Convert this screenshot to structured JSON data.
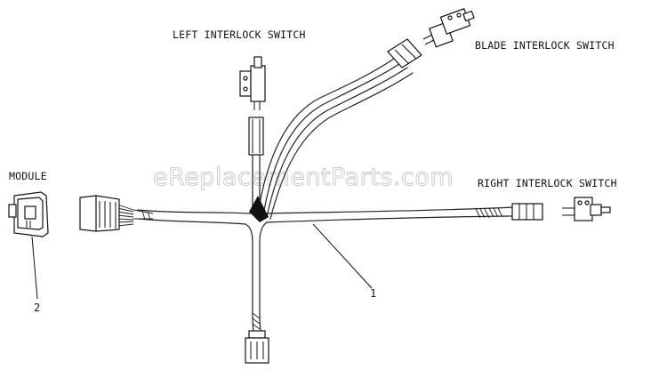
{
  "labels": {
    "left_switch": "LEFT INTERLOCK SWITCH",
    "blade_switch": "BLADE INTERLOCK SWITCH",
    "right_switch": "RIGHT INTERLOCK SWITCH",
    "module": "MODULE"
  },
  "callouts": {
    "harness": "1",
    "module": "2"
  },
  "watermark": "eReplacementParts.com"
}
